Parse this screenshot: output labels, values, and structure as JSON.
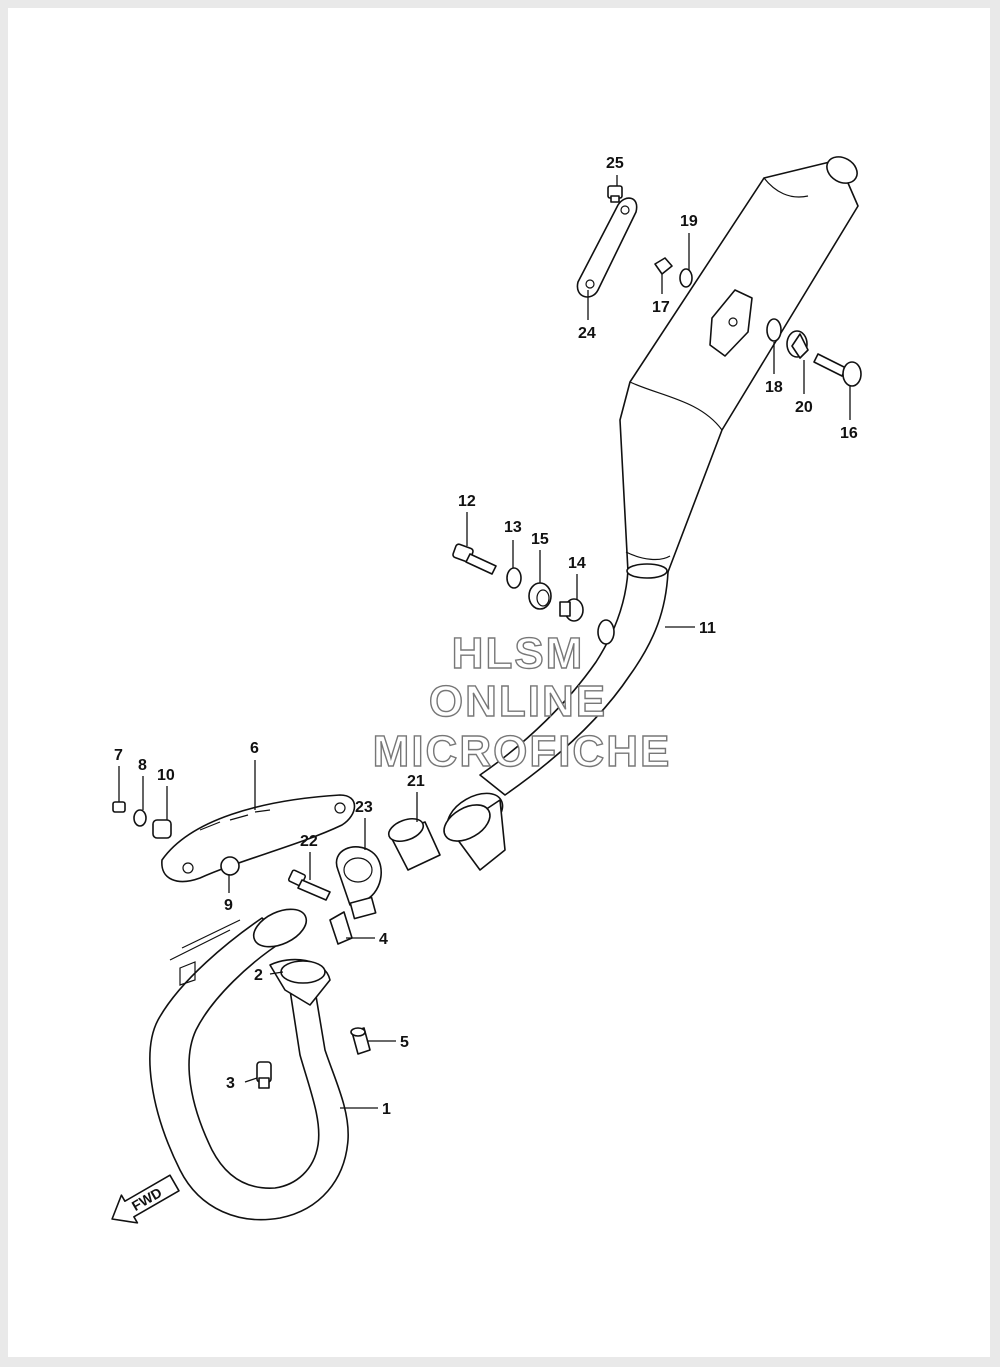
{
  "watermark": {
    "line1": "HLSM",
    "line2": "ONLINE",
    "line3": "MICROFICHE"
  },
  "fwd_label": "FWD",
  "callouts": [
    {
      "id": "c1",
      "text": "1"
    },
    {
      "id": "c2",
      "text": "2"
    },
    {
      "id": "c3",
      "text": "3"
    },
    {
      "id": "c4",
      "text": "4"
    },
    {
      "id": "c5",
      "text": "5"
    },
    {
      "id": "c6",
      "text": "6"
    },
    {
      "id": "c7",
      "text": "7"
    },
    {
      "id": "c8",
      "text": "8"
    },
    {
      "id": "c9",
      "text": "9"
    },
    {
      "id": "c10",
      "text": "10"
    },
    {
      "id": "c11",
      "text": "11"
    },
    {
      "id": "c12",
      "text": "12"
    },
    {
      "id": "c13",
      "text": "13"
    },
    {
      "id": "c14",
      "text": "14"
    },
    {
      "id": "c15",
      "text": "15"
    },
    {
      "id": "c16",
      "text": "16"
    },
    {
      "id": "c17",
      "text": "17"
    },
    {
      "id": "c18",
      "text": "18"
    },
    {
      "id": "c19",
      "text": "19"
    },
    {
      "id": "c20",
      "text": "20"
    },
    {
      "id": "c21",
      "text": "21"
    },
    {
      "id": "c22",
      "text": "22"
    },
    {
      "id": "c23",
      "text": "23"
    },
    {
      "id": "c24",
      "text": "24"
    },
    {
      "id": "c25",
      "text": "25"
    }
  ]
}
